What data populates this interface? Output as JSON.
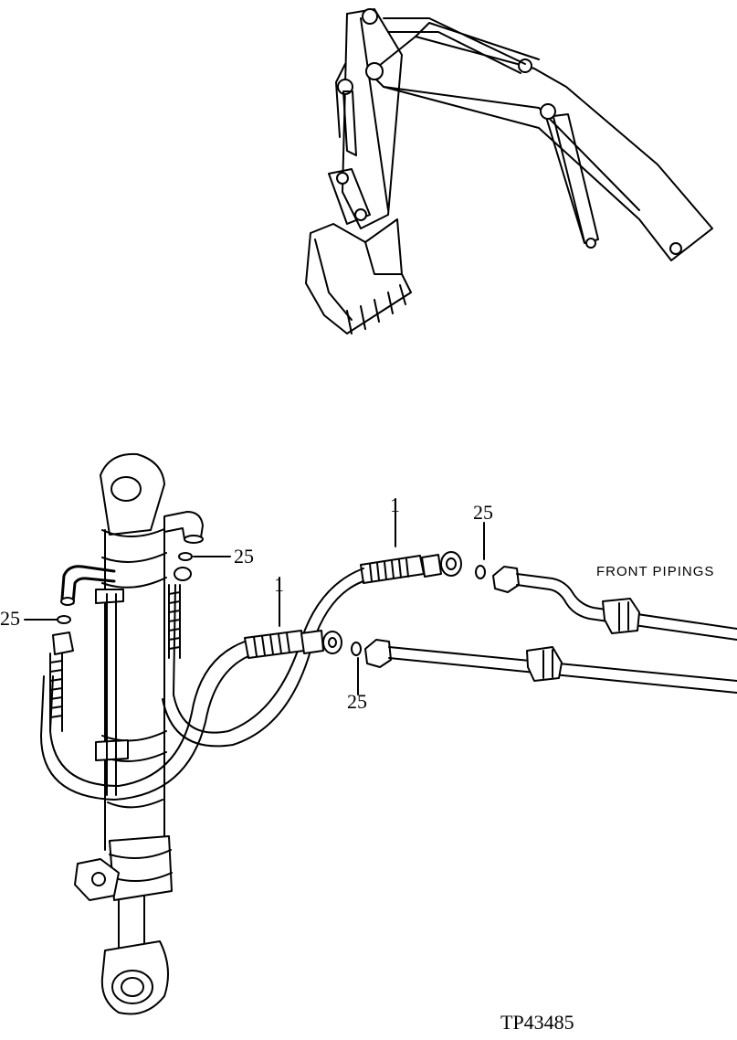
{
  "labels": {
    "hose_top": "1",
    "hose_bottom": "1",
    "oring_top_right": "25",
    "oring_upper_cylinder": "25",
    "oring_left": "25",
    "oring_bottom": "25",
    "front_pipings": "FRONT PIPINGS",
    "figure_id": "TP43485"
  }
}
